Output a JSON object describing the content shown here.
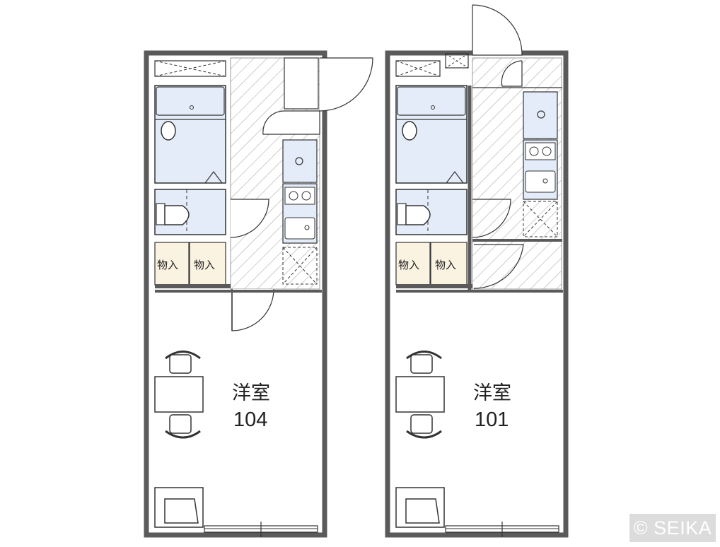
{
  "units": [
    {
      "room_label": "洋室",
      "number": "104",
      "storage_labels": [
        "物入",
        "物入"
      ]
    },
    {
      "room_label": "洋室",
      "number": "101",
      "storage_labels": [
        "物入",
        "物入"
      ]
    }
  ],
  "copyright": "© SEIKA",
  "colors": {
    "wall": "#5a5a5a",
    "bath_fill": "#e3ecf8",
    "storage_fill": "#fbf3e2",
    "hatch": "#b8b8b8"
  }
}
